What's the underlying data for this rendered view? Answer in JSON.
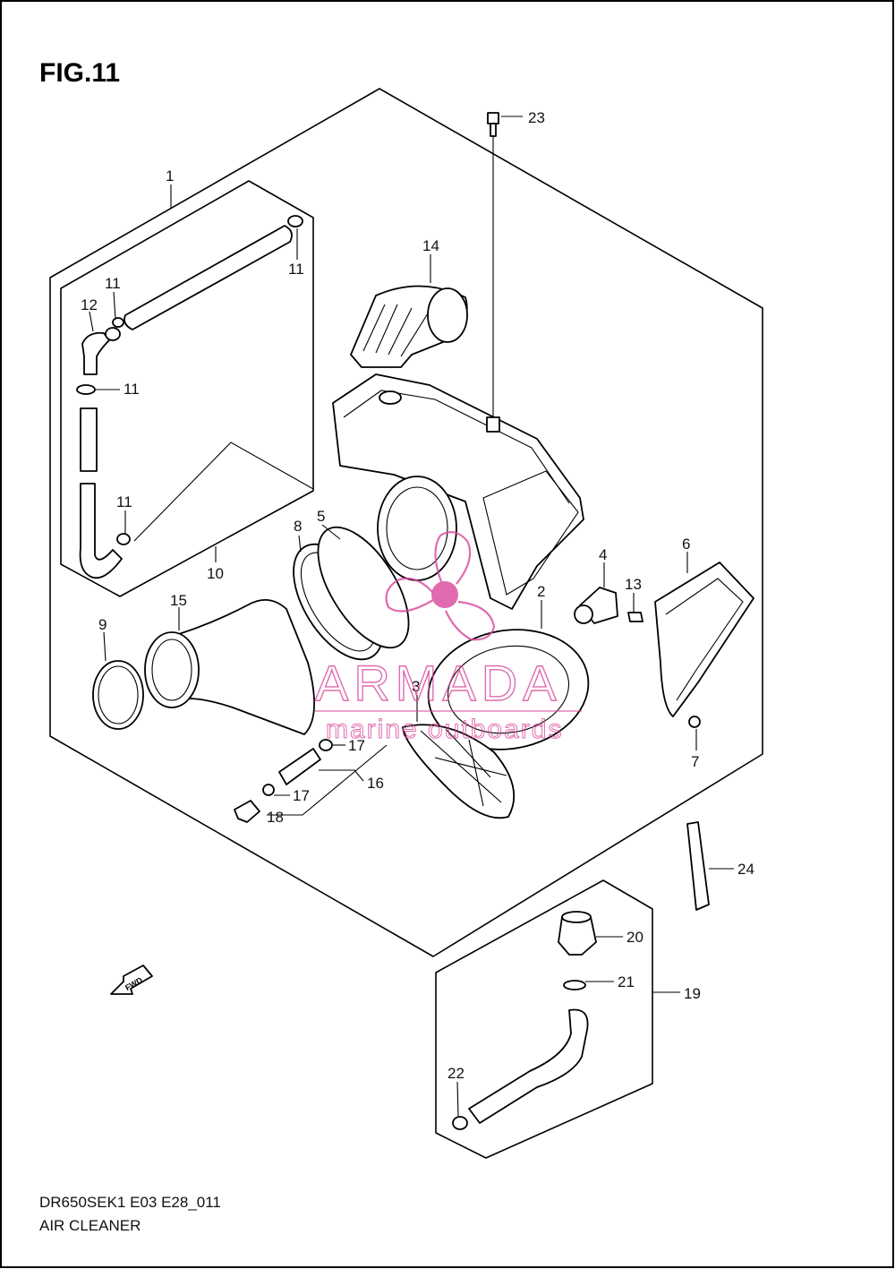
{
  "figure": {
    "title": "FIG.11"
  },
  "footer": {
    "code": "DR650SEK1 E03 E28_011",
    "name": "AIR CLEANER"
  },
  "watermark": {
    "brand": "ARMADA",
    "tagline": "marine outboards",
    "color": "#d9479a"
  },
  "forward_tag": "FWD",
  "callouts": {
    "c1": "1",
    "c2": "2",
    "c3": "3",
    "c4": "4",
    "c5": "5",
    "c6": "6",
    "c7": "7",
    "c8": "8",
    "c9": "9",
    "c10": "10",
    "c11a": "11",
    "c11b": "11",
    "c11c": "11",
    "c11d": "11",
    "c12": "12",
    "c13": "13",
    "c14": "14",
    "c15": "15",
    "c16": "16",
    "c17a": "17",
    "c17b": "17",
    "c18": "18",
    "c19": "19",
    "c20": "20",
    "c21": "21",
    "c22": "22",
    "c23": "23",
    "c24": "24"
  }
}
